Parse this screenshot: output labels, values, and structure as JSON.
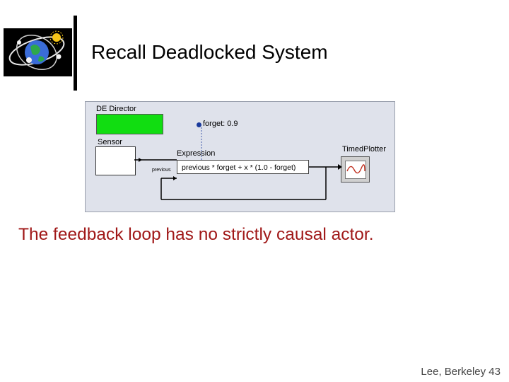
{
  "slide": {
    "title": "Recall Deadlocked System",
    "caption": "The feedback loop has no strictly causal actor.",
    "footer": "Lee, Berkeley 43"
  },
  "logo": {
    "icon": "ptolemy-globe-logo-icon"
  },
  "diagram": {
    "director_label": "DE Director",
    "parameter_label": "forget: 0.9",
    "sensor_label": "Sensor",
    "expression_label": "Expression",
    "expression_text": "previous * forget + x * (1.0 - forget)",
    "port_label": "previous",
    "plotter_label": "TimedPlotter"
  },
  "colors": {
    "director_green": "#11dd11",
    "caption_red": "#a01818",
    "diagram_bg": "#dfe2eb"
  }
}
